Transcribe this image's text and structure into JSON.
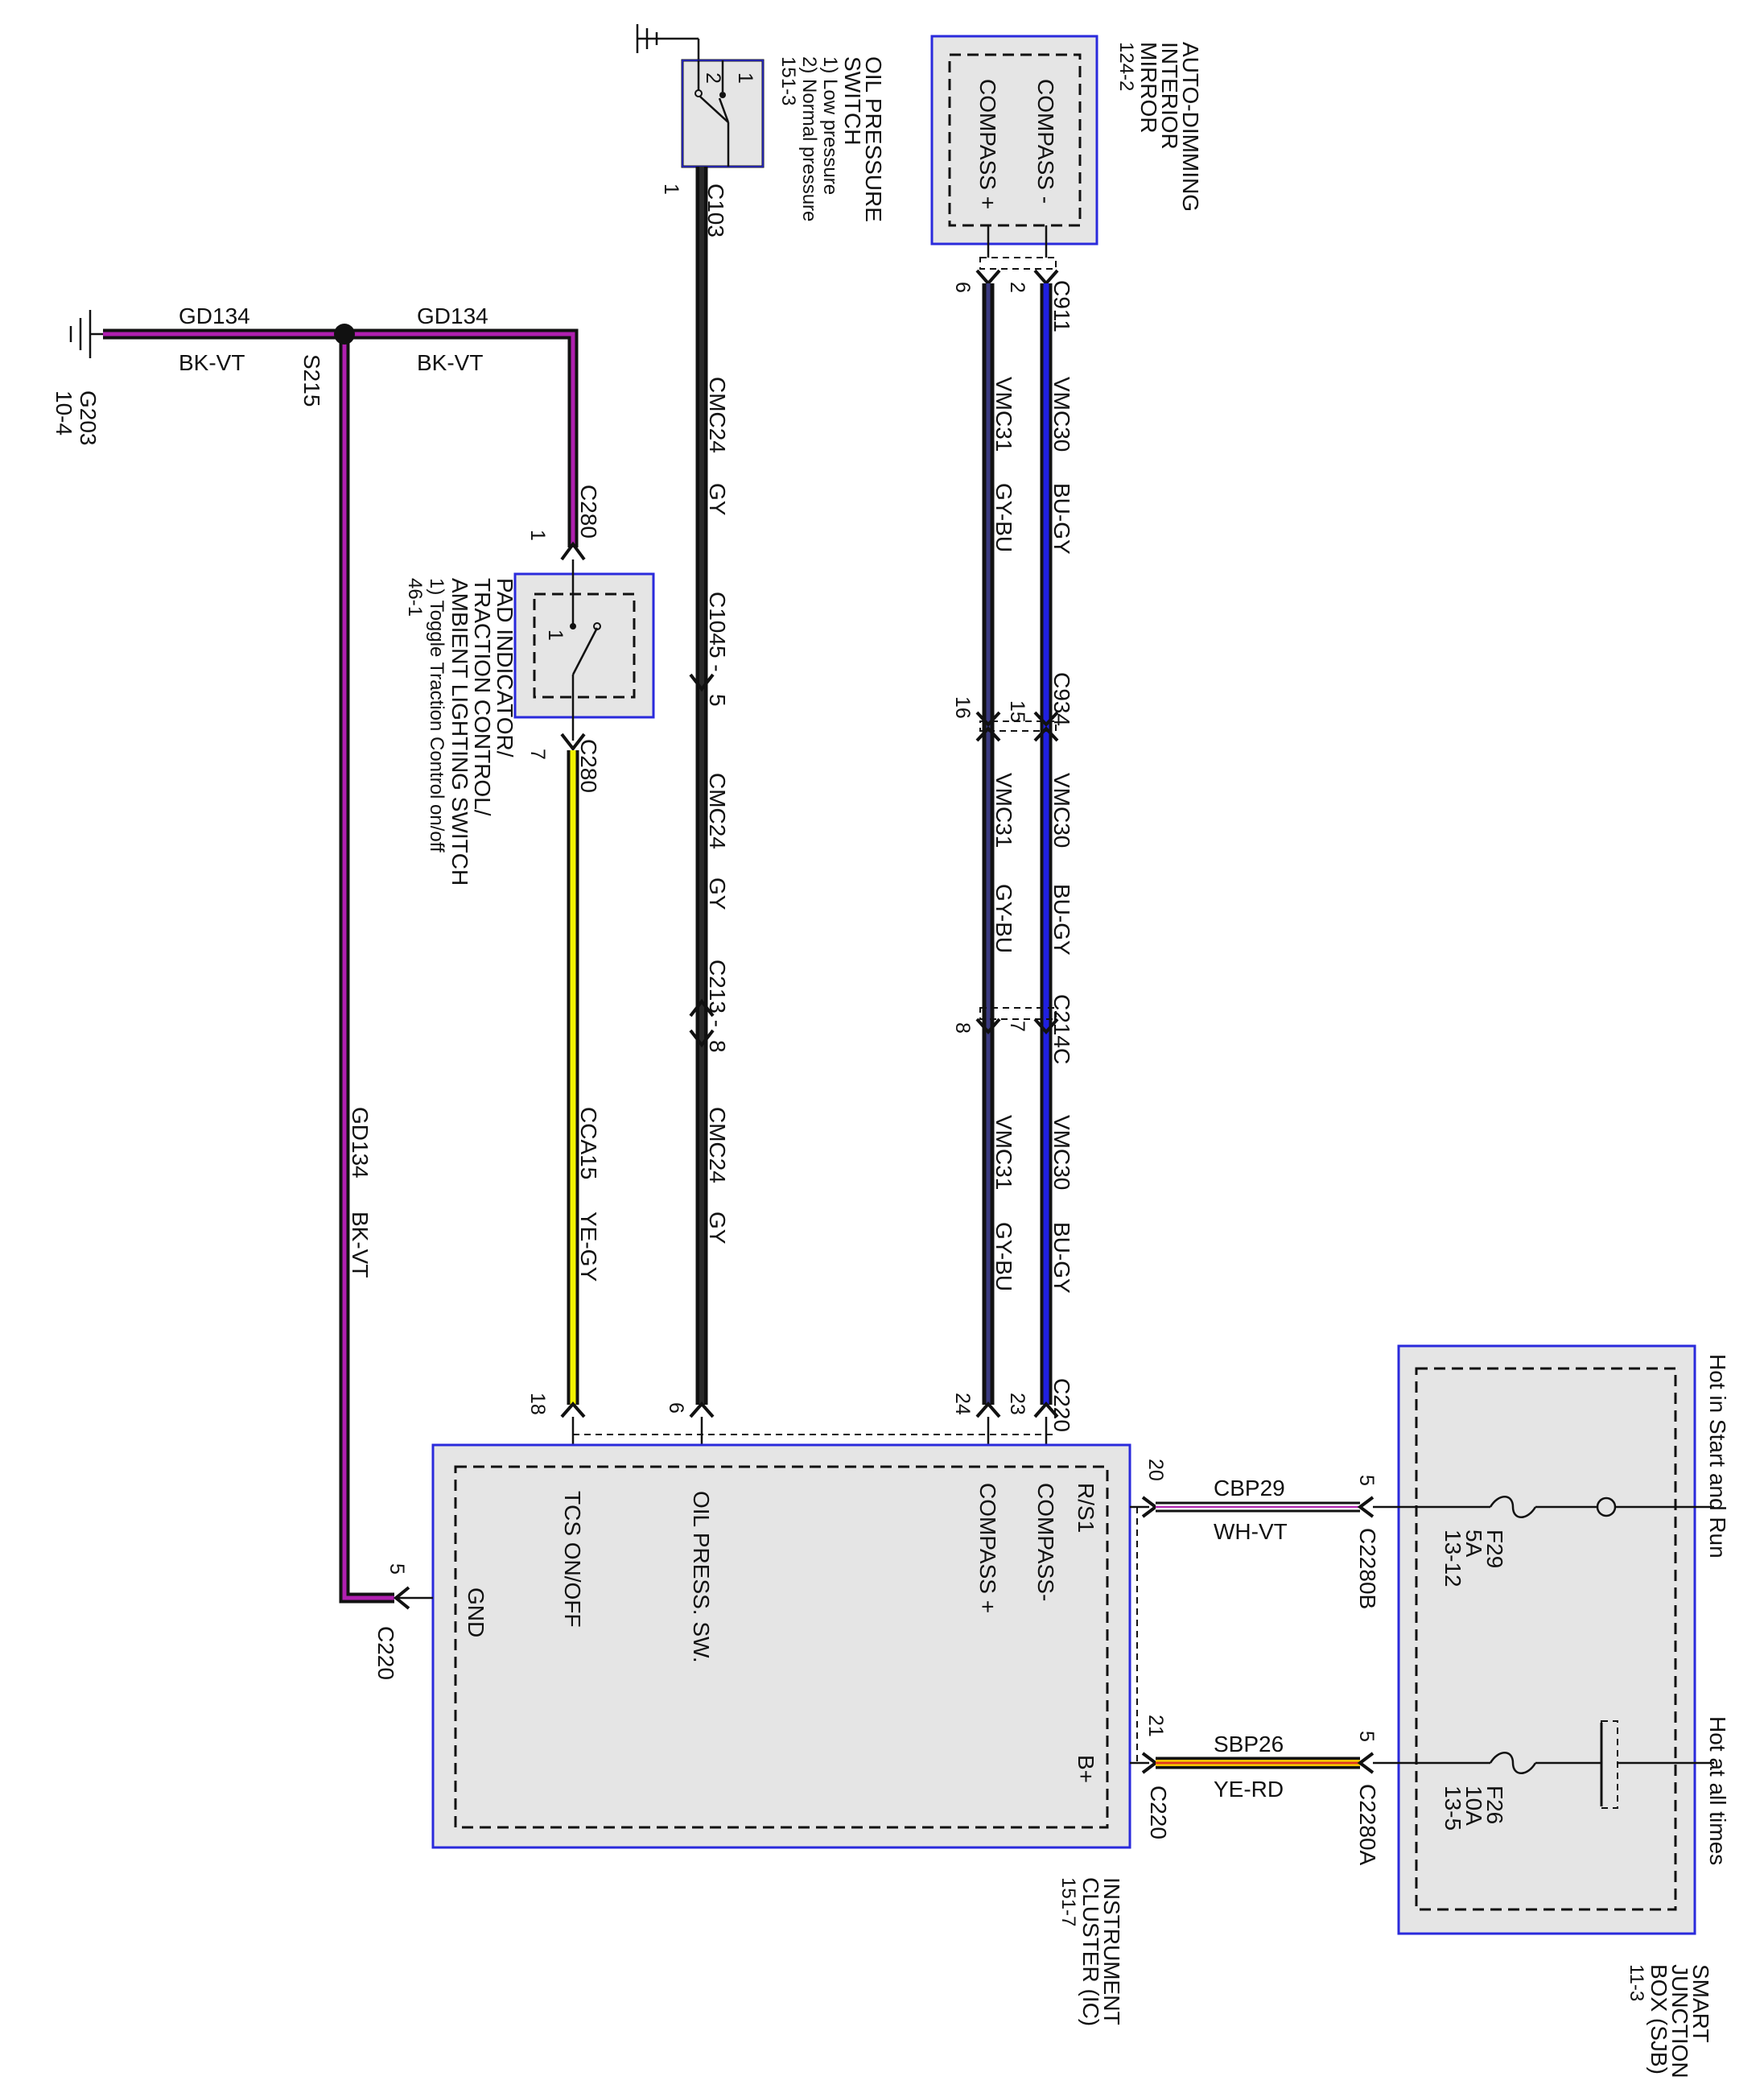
{
  "ground_g203": {
    "name": "G203",
    "ref": "10-4"
  },
  "splice": {
    "name": "S215"
  },
  "gd134_top_left": {
    "circuit": "GD134",
    "color": "BK-VT"
  },
  "gd134_top_right": {
    "circuit": "GD134",
    "color": "BK-VT"
  },
  "gd134_vertical": {
    "circuit": "GD134",
    "color": "BK-VT"
  },
  "oil_switch": {
    "title": "OIL PRESSURE",
    "title2": "SWITCH",
    "note1": "1) Low pressure",
    "note2": "2) Normal pressure",
    "ref": "151-3",
    "connector": "C103",
    "pin": "1",
    "contact1": "1",
    "contact2": "2"
  },
  "mirror": {
    "title": "AUTO-DIMMING",
    "title2": "INTERIOR",
    "title3": "MIRROR",
    "ref": "124-2",
    "pin_minus": "COMPASS -",
    "pin_plus": "COMPASS +",
    "connector": "C911",
    "pin_a": "2",
    "pin_b": "6"
  },
  "c280_top": {
    "connector": "C280",
    "pin": "1"
  },
  "c280_bottom": {
    "connector": "C280",
    "pin": "7"
  },
  "tcs_switch": {
    "title": "PAD INDICATOR/",
    "title2": "TRACTION CONTROL/",
    "title3": "AMBIENT LIGHTING SWITCH",
    "note": "1) Toggle Traction Control on/off",
    "ref": "46-1",
    "contact": "1"
  },
  "cmc24_1": {
    "circuit": "CMC24",
    "color": "GY"
  },
  "cmc24_2": {
    "circuit": "CMC24",
    "color": "GY"
  },
  "cmc24_3": {
    "circuit": "CMC24",
    "color": "GY"
  },
  "c1045": {
    "label": "C1045 -",
    "pin": "5"
  },
  "c213": {
    "label": "C213 -",
    "pin": "8"
  },
  "cca15": {
    "circuit": "CCA15",
    "color": "YE-GY"
  },
  "vmc30_1": {
    "circuit": "VMC30",
    "color": "BU-GY"
  },
  "vmc30_2": {
    "circuit": "VMC30",
    "color": "BU-GY"
  },
  "vmc30_3": {
    "circuit": "VMC30",
    "color": "BU-GY"
  },
  "vmc31_1": {
    "circuit": "VMC31",
    "color": "GY-BU"
  },
  "vmc31_2": {
    "circuit": "VMC31",
    "color": "GY-BU"
  },
  "vmc31_3": {
    "circuit": "VMC31",
    "color": "GY-BU"
  },
  "c934": {
    "connector": "C934",
    "pin_a": "15",
    "pin_b": "16"
  },
  "c214c": {
    "connector": "C214C",
    "pin_a": "7",
    "pin_b": "8"
  },
  "c220_top": {
    "connector": "C220",
    "pin_a": "23",
    "pin_b": "24",
    "pin_c": "6",
    "pin_d": "18"
  },
  "cluster": {
    "title": "INSTRUMENT",
    "title2": "CLUSTER (IC)",
    "ref": "151-7",
    "rs1": "R/S1",
    "compass_minus": "COMPASS-",
    "compass_plus": "COMPASS +",
    "oil_sw": "OIL PRESS. SW.",
    "tcs": "TCS ON/OFF",
    "gnd": "GND",
    "bplus": "B+"
  },
  "c220_gnd": {
    "connector": "C220",
    "pin": "5"
  },
  "c220_bplus": {
    "connector": "C220",
    "pin": "21"
  },
  "rs1_pin": {
    "pin": "20"
  },
  "cbp29": {
    "circuit": "CBP29",
    "color": "WH-VT"
  },
  "sbp26": {
    "circuit": "SBP26",
    "color": "YE-RD"
  },
  "c2280b": {
    "connector": "C2280B",
    "pin": "5"
  },
  "c2280a": {
    "connector": "C2280A",
    "pin": "5"
  },
  "sjb": {
    "title": "SMART",
    "title2": "JUNCTION",
    "title3": "BOX (SJB)",
    "ref": "11-3",
    "hot_run": "Hot in Start and Run",
    "hot_all": "Hot at all times",
    "f29": "F29",
    "f29_amp": "5A",
    "f29_ref": "13-12",
    "f26": "F26",
    "f26_amp": "10A",
    "f26_ref": "13-5"
  },
  "colors": {
    "bk": "#111111",
    "vt": "#b020b0",
    "gy": "#9a9a9a",
    "bu": "#2020e0",
    "ye": "#f2f200",
    "wh": "#ffffff",
    "rd": "#e03020",
    "box_border": "#2a2adc",
    "box_fill": "#e5e5e5"
  }
}
